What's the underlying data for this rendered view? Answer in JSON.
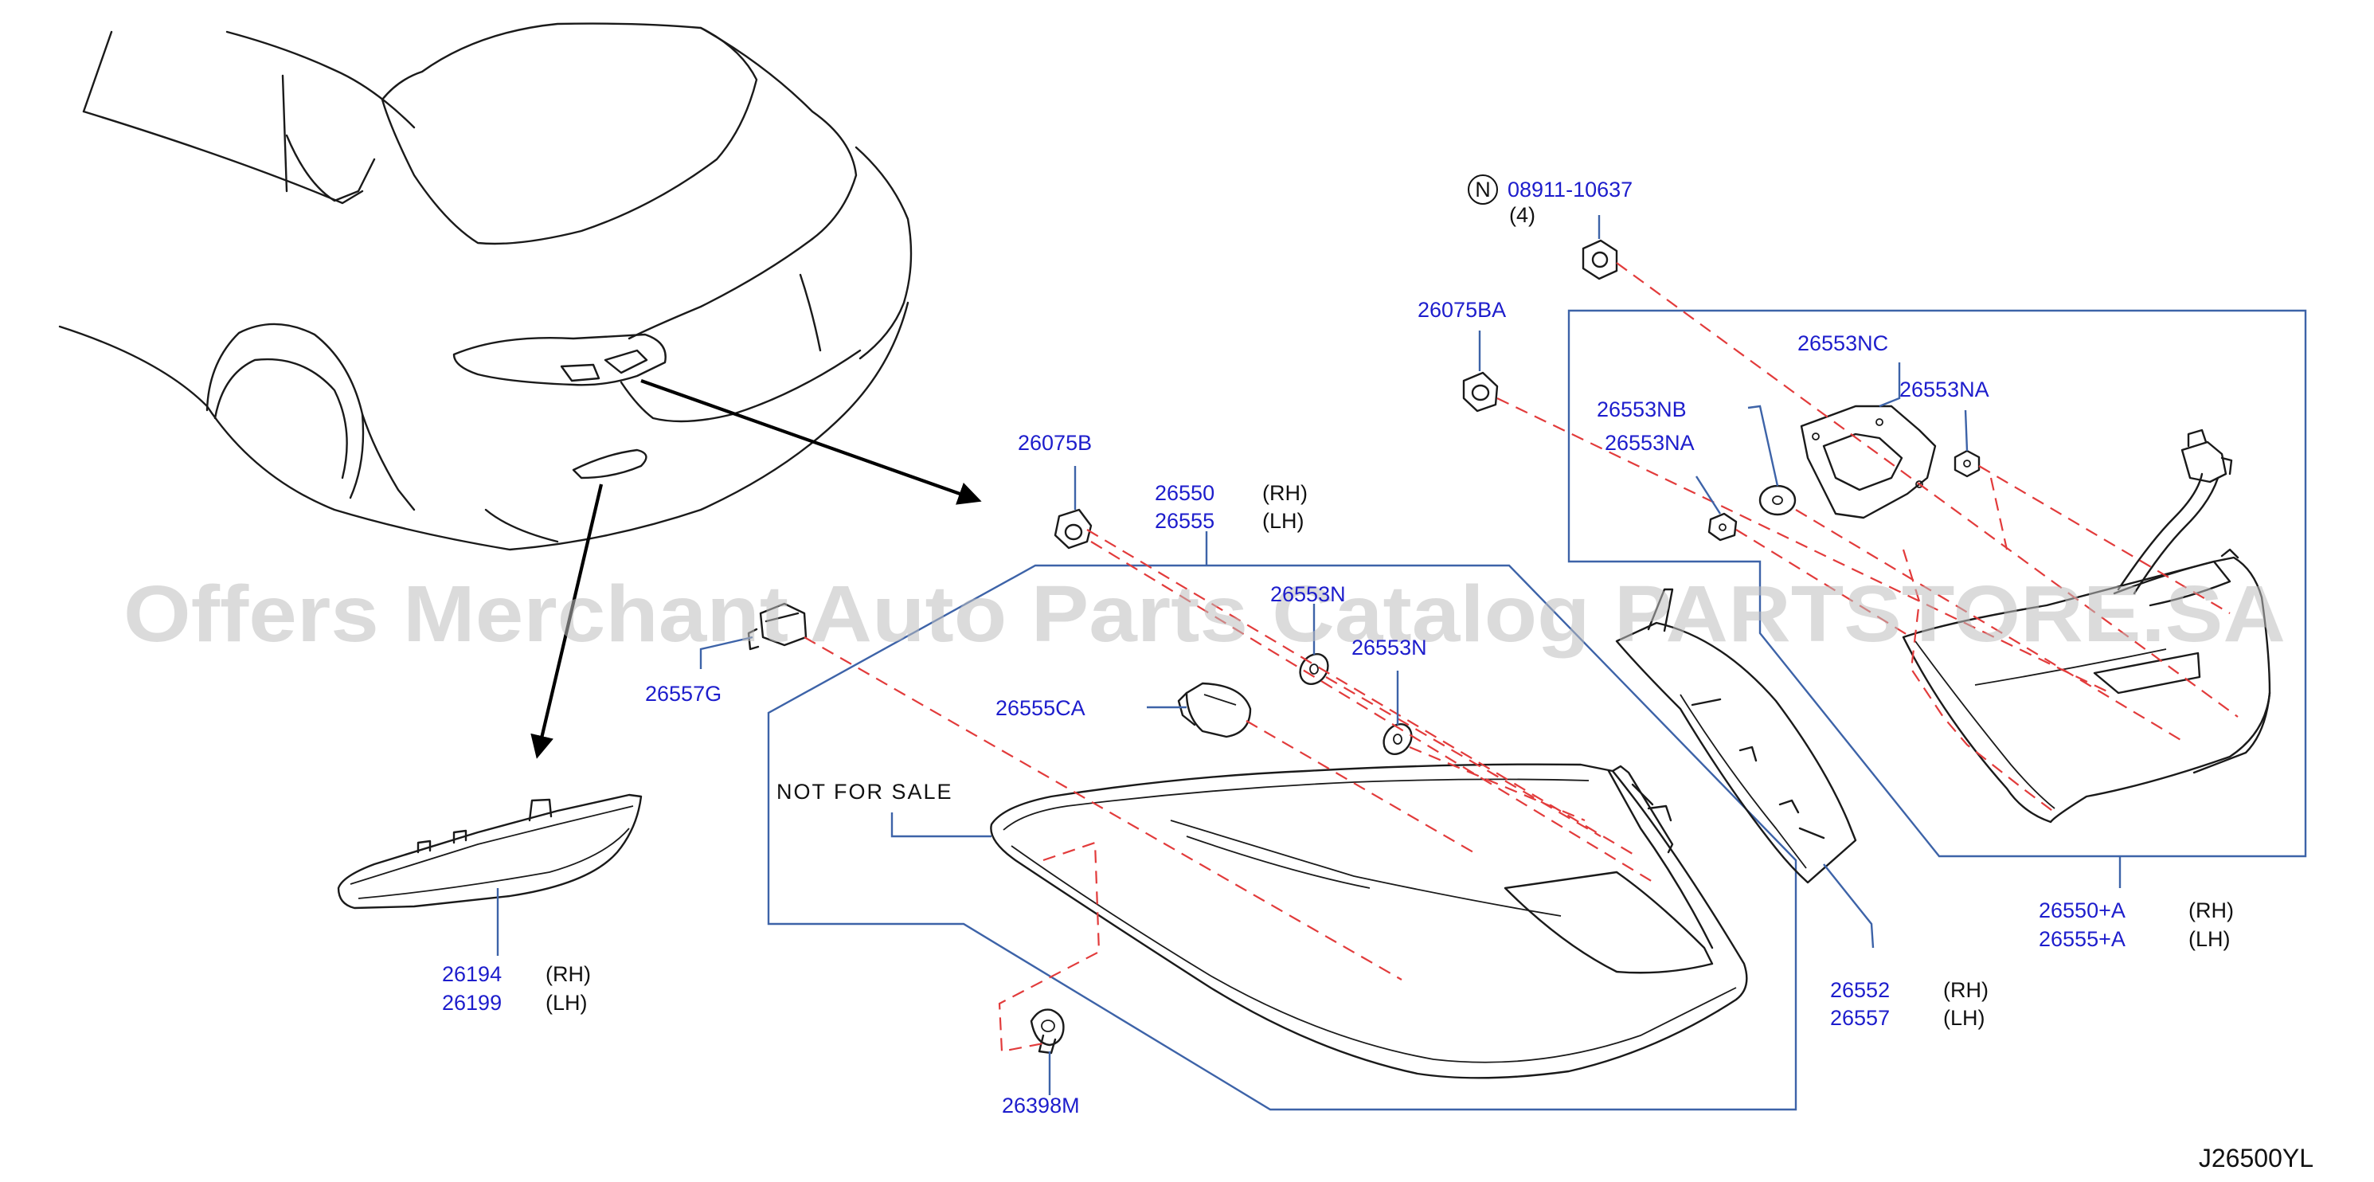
{
  "watermark": "Offers Merchant Auto Parts Catalog PARTSTORE.SA",
  "diagram_code": "J26500YL",
  "note": "NOT   FOR   SALE",
  "labels": {
    "n_symbol": "N",
    "p08911": "08911-10637",
    "p08911_qty": "(4)",
    "p26075BA": "26075BA",
    "p26553NC": "26553NC",
    "p26553NA_top": "26553NA",
    "p26553NB": "26553NB",
    "p26553NA_mid": "26553NA",
    "p26075B": "26075B",
    "p26550": "26550",
    "p26550_side": "(RH)",
    "p26555": "26555",
    "p26555_side": "(LH)",
    "p26553N_a": "26553N",
    "p26553N_b": "26553N",
    "p26557G": "26557G",
    "p26555CA": "26555CA",
    "p26194": "26194",
    "p26194_side": "(RH)",
    "p26199": "26199",
    "p26199_side": "(LH)",
    "p26552": "26552",
    "p26552_side": "(RH)",
    "p26557": "26557",
    "p26557_side": "(LH)",
    "p26550A": "26550+A",
    "p26550A_side": "(RH)",
    "p26555A": "26555+A",
    "p26555A_side": "(LH)",
    "p26398M": "26398M"
  }
}
